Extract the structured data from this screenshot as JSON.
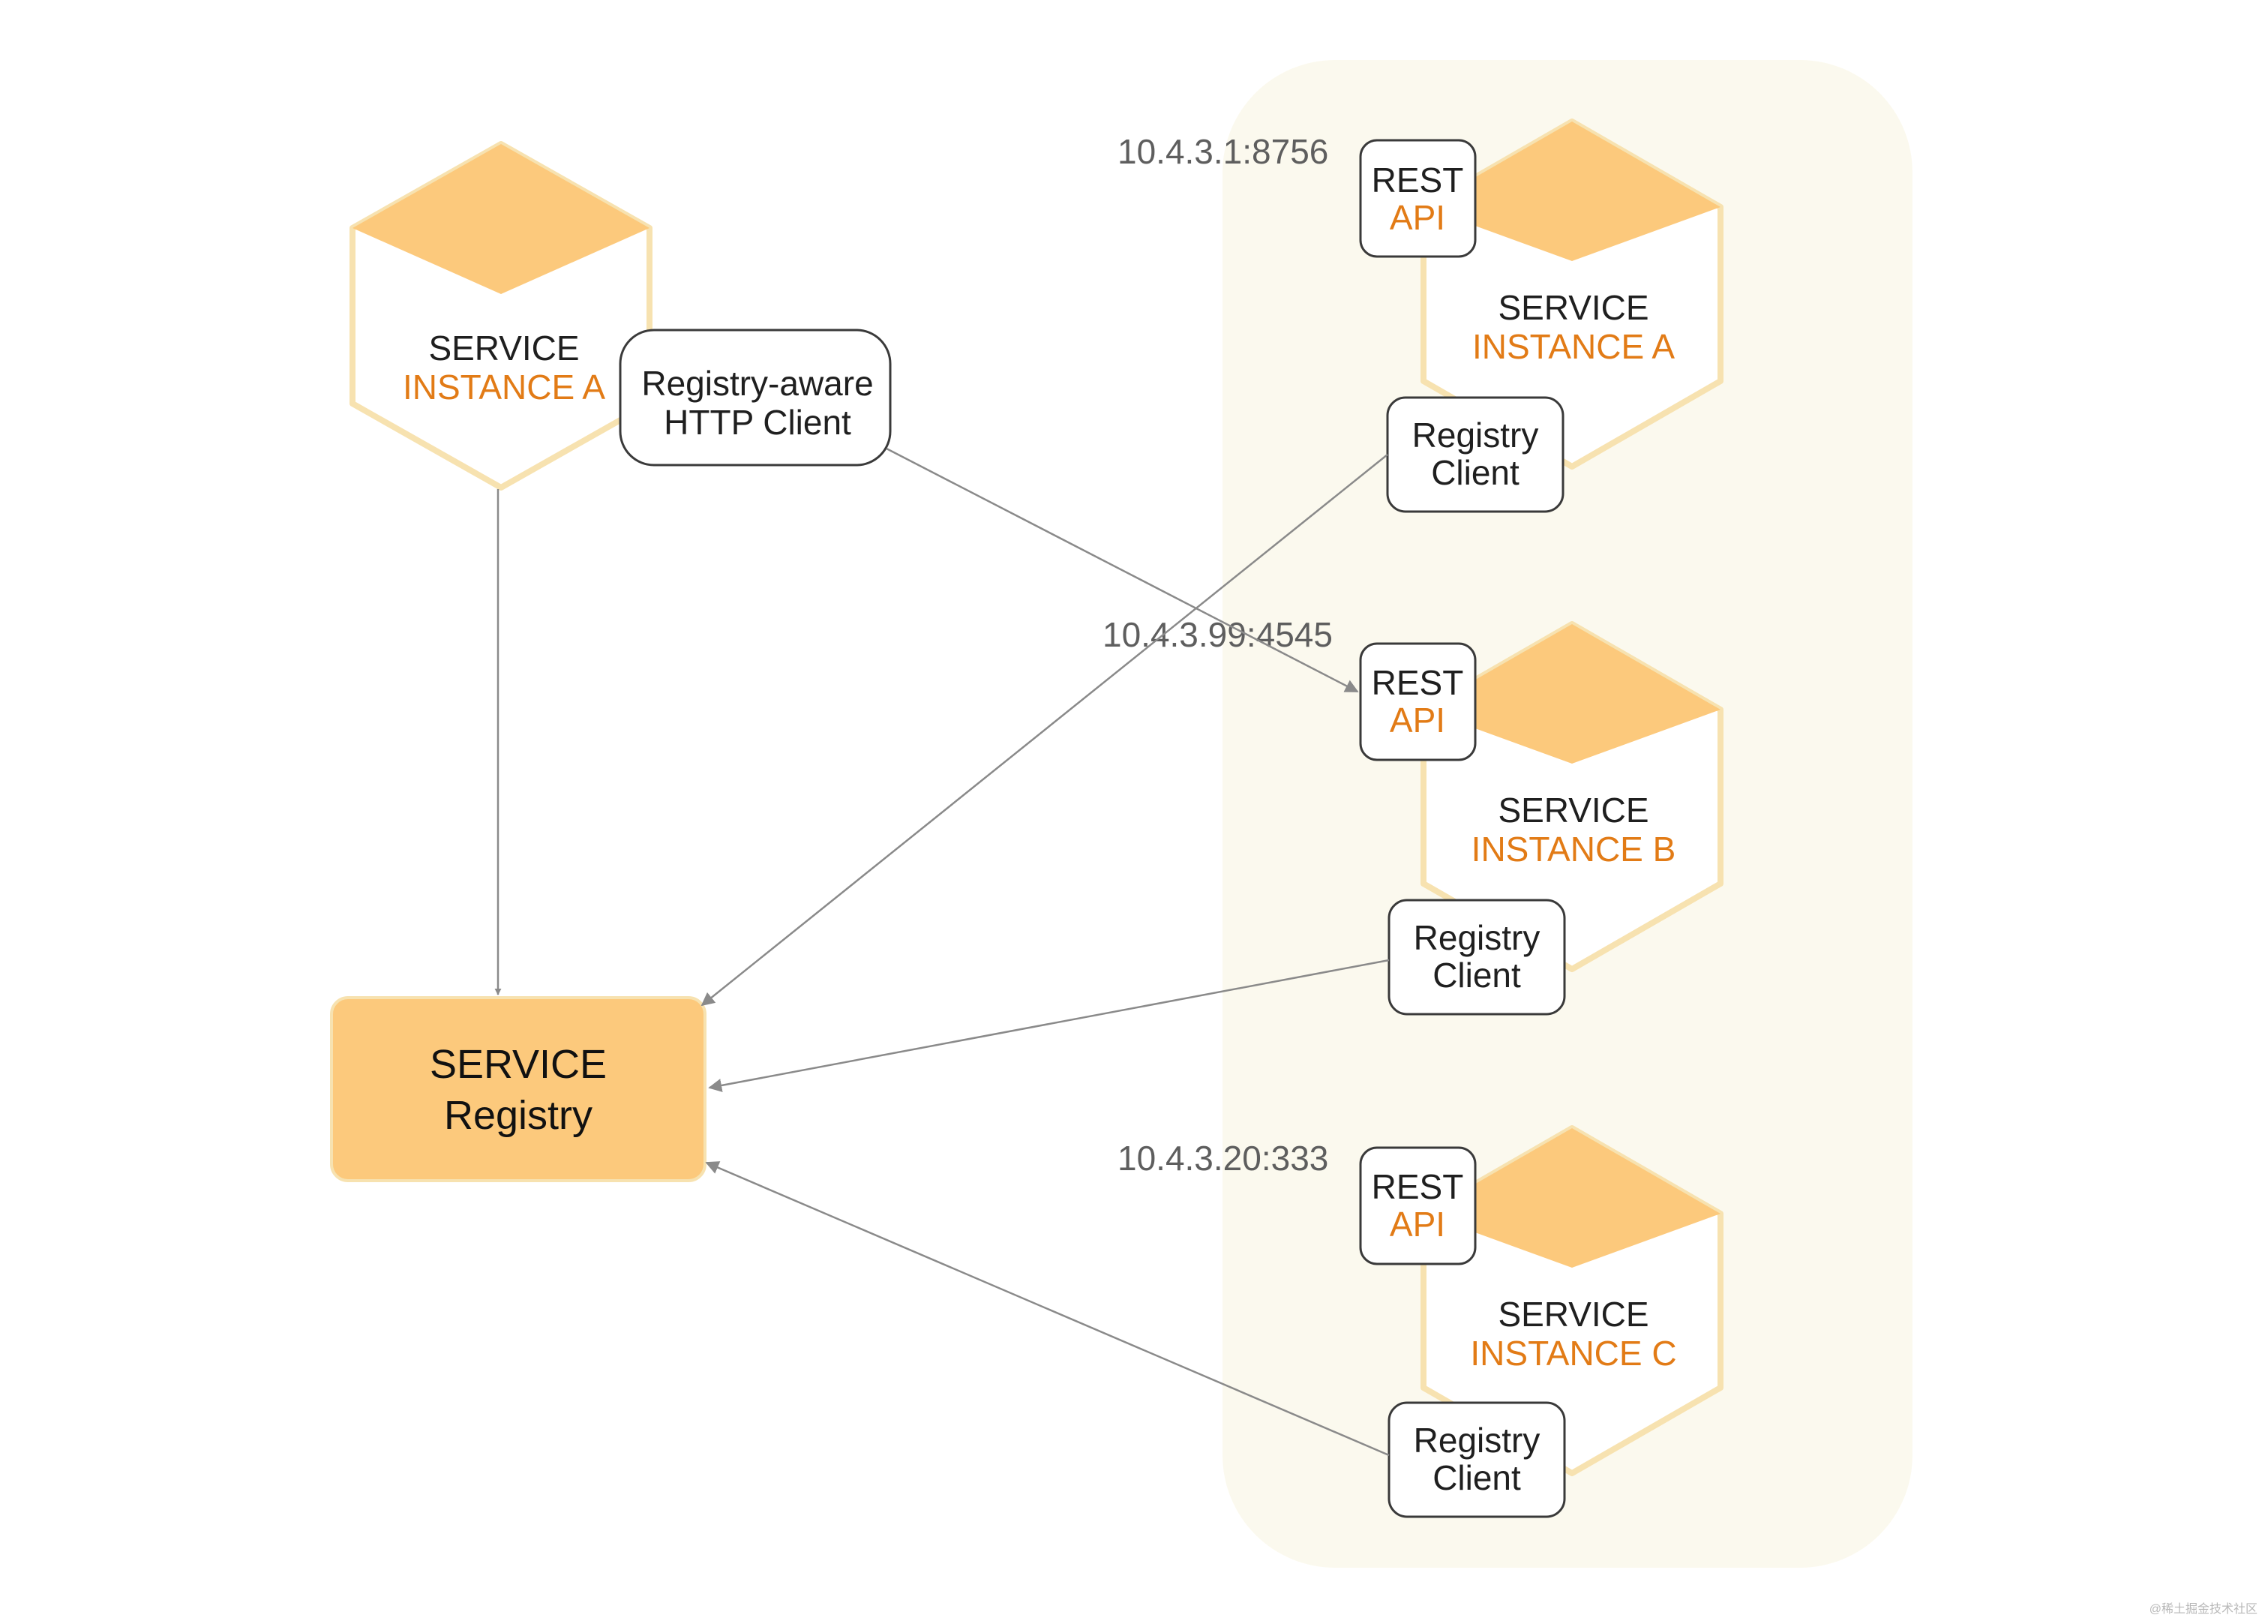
{
  "client": {
    "service_word": "SERVICE",
    "instance_label": "INSTANCE A",
    "http_client_line1": "Registry-aware",
    "http_client_line2": "HTTP Client"
  },
  "registry": {
    "line1": "SERVICE",
    "line2": "Registry"
  },
  "instances": [
    {
      "ip": "10.4.3.1:8756",
      "service_word": "SERVICE",
      "instance_label": "INSTANCE A",
      "rest_line1": "REST",
      "rest_line2": "API",
      "registry_client_line1": "Registry",
      "registry_client_line2": "Client"
    },
    {
      "ip": "10.4.3.99:4545",
      "service_word": "SERVICE",
      "instance_label": "INSTANCE B",
      "rest_line1": "REST",
      "rest_line2": "API",
      "registry_client_line1": "Registry",
      "registry_client_line2": "Client"
    },
    {
      "ip": "10.4.3.20:333",
      "service_word": "SERVICE",
      "instance_label": "INSTANCE C",
      "rest_line1": "REST",
      "rest_line2": "API",
      "registry_client_line1": "Registry",
      "registry_client_line2": "Client"
    }
  ],
  "watermark": "@稀土掘金技术社区",
  "colors": {
    "accent": "#e27b16",
    "hex_top": "#fcc97c",
    "hex_border": "#f7e2b0",
    "registry_fill": "#fcc97c",
    "panel_bg": "#fbf9ee",
    "arrow": "#8a8a8a"
  }
}
